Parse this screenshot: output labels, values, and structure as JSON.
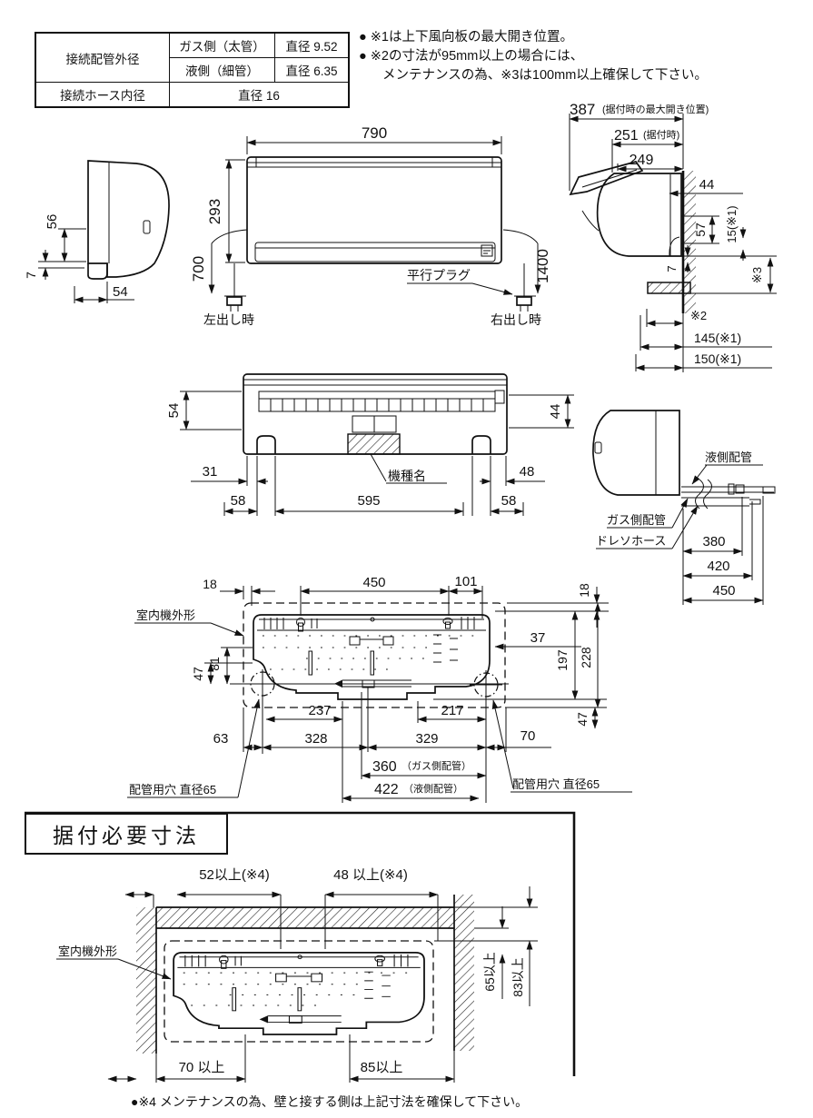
{
  "table": {
    "pipe_outer": "接続配管外径",
    "gas_side": "ガス側（太管）",
    "gas_dia": "直径 9.52",
    "liquid_side": "液側（細管）",
    "liquid_dia": "直径 6.35",
    "hose_inner": "接続ホース内径",
    "hose_dia": "直径 16"
  },
  "notes": {
    "line1": "● ※1は上下風向板の最大開き位置。",
    "line2": "● ※2の寸法が95mm以上の場合には、",
    "line3": "メンテナンスの為、※3は100mm以上確保して下さい。"
  },
  "side_view_left": {
    "d56": "56",
    "d7": "7",
    "d54": "54"
  },
  "front_view": {
    "d790": "790",
    "d293": "293",
    "d700": "700",
    "d1400": "1400",
    "parallel_plug": "平行プラグ",
    "left_exit": "左出し時",
    "right_exit": "右出し時"
  },
  "wall_side_view": {
    "d387": "387",
    "d387_note": "(据付時の最大開き位置)",
    "d251": "251",
    "d251_note": "(据付時)",
    "d249": "249",
    "d44": "44",
    "d57": "57",
    "d15": "15(※1)",
    "d7": "7",
    "s3": "※3",
    "s2": "※2",
    "d145": "145(※1)",
    "d150": "150(※1)"
  },
  "bottom_view": {
    "d54": "54",
    "d44": "44",
    "d31": "31",
    "d48": "48",
    "d58_left": "58",
    "d595": "595",
    "d58_right": "58",
    "model_label": "機種名"
  },
  "piping_view": {
    "liquid_pipe": "液側配管",
    "gas_pipe": "ガス側配管",
    "drain_hose": "ドレソホース",
    "d380": "380",
    "d420": "420",
    "d450": "450"
  },
  "plate_view": {
    "d18_left": "18",
    "d450": "450",
    "d101": "101",
    "d18_right": "18",
    "unit_outline": "室内機外形",
    "d47": "47",
    "d81": "81",
    "d37": "37",
    "d197": "197",
    "d228": "228",
    "d47_low": "47",
    "d237": "237",
    "d217": "217",
    "d63": "63",
    "d328": "328",
    "d329": "329",
    "d70": "70",
    "d360": "360",
    "d360_note": "（ガス側配管）",
    "d422": "422",
    "d422_note": "（液側配管）",
    "hole_left": "配管用穴 直径65",
    "hole_right": "配管用穴 直径65"
  },
  "install_section": {
    "title": "据付必要寸法",
    "d52": "52以上(※4)",
    "d48": "48 以上(※4)",
    "unit_outline": "室内機外形",
    "d65": "65以上",
    "d83": "83以上",
    "d70": "70 以上",
    "d85": "85以上",
    "note": "●※4 メンテナンスの為、壁と接する側は上記寸法を確保して下さい。"
  }
}
